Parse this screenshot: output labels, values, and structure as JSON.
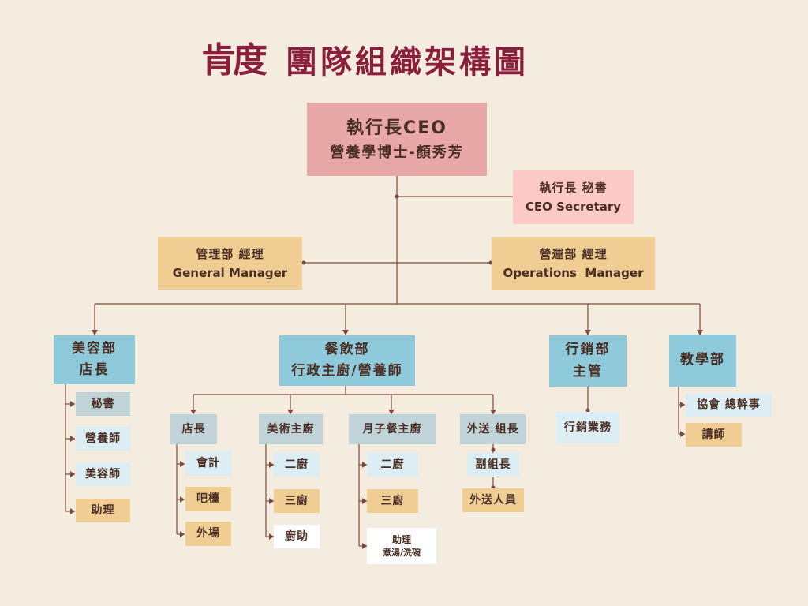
{
  "title": {
    "logo": "肯度",
    "text": "團隊組織架構圖"
  },
  "ceo": {
    "line1": "執行長CEO",
    "line2": "營養學博士-顏秀芳"
  },
  "secretary": {
    "line1": "執行長 秘書",
    "line2": "CEO Secretary"
  },
  "general_manager": {
    "line1": "管理部 經理",
    "line2": "General Manager"
  },
  "operations_manager": {
    "line1": "營運部 經理",
    "line2": "Operations  Manager"
  },
  "beauty": {
    "head1": "美容部",
    "head2": "店長",
    "items": [
      "秘書",
      "營養師",
      "美容師",
      "助理"
    ]
  },
  "catering": {
    "head1": "餐飲部",
    "head2": "行政主廚/營養師",
    "store": {
      "head": "店長",
      "items": [
        "會計",
        "吧檯",
        "外場"
      ]
    },
    "art_chef": {
      "head": "美術主廚",
      "items": [
        "二廚",
        "三廚",
        "廚助"
      ]
    },
    "confinement": {
      "head": "月子餐主廚",
      "items": [
        "二廚",
        "三廚"
      ],
      "assistant1": "助理",
      "assistant2": "煮湯/洗碗"
    },
    "delivery": {
      "head": "外送 組長",
      "items": [
        "副組長",
        "外送人員"
      ]
    }
  },
  "marketing": {
    "head1": "行銷部",
    "head2": "主管",
    "items": [
      "行銷業務"
    ]
  },
  "teaching": {
    "head": "教學部",
    "items": [
      "協會 總幹事",
      "講師"
    ]
  }
}
